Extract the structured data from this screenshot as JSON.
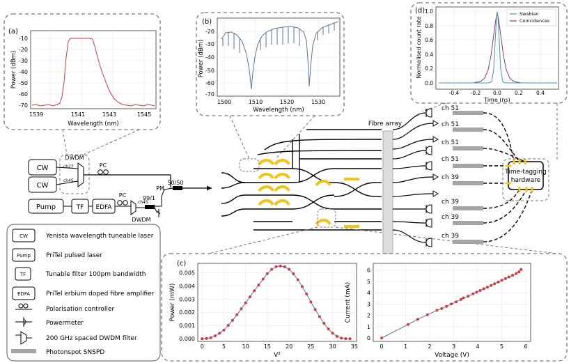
{
  "panels": {
    "a": {
      "label": "(a)",
      "xlabel": "Wavelength (nm)",
      "ylabel": "Power (dBm)",
      "xticks": [
        "1539",
        "1541",
        "1543",
        "1545"
      ],
      "yticks": [
        "-10",
        "-20",
        "-30",
        "-40",
        "-50",
        "-60",
        "-70"
      ]
    },
    "b": {
      "label": "(b)",
      "xlabel": "Wavelength (nm)",
      "ylabel": "Power (dBm)",
      "xticks": [
        "1500",
        "1510",
        "1520",
        "1530"
      ],
      "yticks": [
        "-20",
        "-30",
        "-40",
        "-50",
        "-60",
        "-70"
      ]
    },
    "c": {
      "label": "(c)"
    },
    "d": {
      "label": "(d)",
      "xlabel": "Time (ns)",
      "ylabel": "Normalised count rate",
      "xticks": [
        "-0.4",
        "-0.2",
        "0.0",
        "0.2",
        "0.4"
      ],
      "yticks": [
        "0.0",
        "0.2",
        "0.4",
        "0.6",
        "0.8",
        "1.0"
      ],
      "legend": [
        "Swabian",
        "Coincidences"
      ]
    }
  },
  "setup": {
    "cw": "CW",
    "dwdm_top": "DWDM",
    "ch27": "ch27",
    "ch45": "ch45",
    "pc": "PC",
    "split": "50/50",
    "pm": "PM",
    "pump": "Pump",
    "tf": "TF",
    "edfa": "EDFA",
    "pc2": "PC",
    "ratio": "99/1",
    "ch45b": "ch45",
    "dwdm_bottom": "DWDM"
  },
  "fibre_array": "Fibre array",
  "time_tagging": [
    "Time-tagging",
    "hardware"
  ],
  "channels": [
    "ch 51",
    "ch 51",
    "ch 51",
    "ch 51",
    "ch 39",
    "ch 39",
    "ch 39",
    "ch 39"
  ],
  "legend": [
    {
      "sym": "CW",
      "text": "Yenista wavelength tuneable laser"
    },
    {
      "sym": "Pump",
      "text": "PriTel pulsed laser"
    },
    {
      "sym": "TF",
      "text": "Tunable filter 100pm bandwidth"
    },
    {
      "sym": "EDFA",
      "text": "PriTel erbium doped fibre amplifier"
    },
    {
      "sym": "",
      "text": "Polarisation controller"
    },
    {
      "sym": "",
      "text": "Powermeter"
    },
    {
      "sym": "",
      "text": "200 GHz spaced DWDM filter"
    },
    {
      "sym": "",
      "text": "Photonspot SNSPD"
    }
  ],
  "chart_data": [
    {
      "type": "line",
      "title": "",
      "xlabel": "V²",
      "ylabel": "Power (mW)",
      "xlim": [
        -1,
        35.5
      ],
      "ylim": [
        -0.0002,
        0.0057
      ],
      "xticks": [
        "0",
        "5",
        "10",
        "15",
        "20",
        "25",
        "30",
        "35"
      ],
      "yticks": [
        "0.000",
        "0.001",
        "0.002",
        "0.003",
        "0.004",
        "0.005"
      ],
      "grid": true,
      "x": [
        0,
        1,
        2,
        3,
        4,
        5,
        6,
        7,
        8,
        9,
        10,
        11,
        12,
        13,
        14,
        15,
        16,
        17,
        18,
        19,
        20,
        21,
        22,
        23,
        24,
        25,
        26,
        27,
        28,
        29,
        30,
        31,
        32,
        33,
        34
      ],
      "series": [
        {
          "values": [
            0.0,
            2e-05,
            8e-05,
            0.00022,
            0.00042,
            0.00066,
            0.00101,
            0.00139,
            0.00181,
            0.00226,
            0.00271,
            0.00317,
            0.00363,
            0.00406,
            0.00451,
            0.00492,
            0.00525,
            0.00545,
            0.0055,
            0.00544,
            0.00525,
            0.00491,
            0.00446,
            0.00395,
            0.00338,
            0.00278,
            0.00221,
            0.00167,
            0.00117,
            0.00075,
            0.00042,
            0.00018,
            5e-05,
            1e-05,
            0.0
          ]
        }
      ]
    },
    {
      "type": "line",
      "title": "",
      "xlabel": "Voltage (V)",
      "ylabel": "Current (mA)",
      "xlim": [
        -0.35,
        6.2
      ],
      "ylim": [
        -0.3,
        6.6
      ],
      "xticks": [
        "0",
        "1",
        "2",
        "3",
        "4",
        "5",
        "6"
      ],
      "yticks": [
        "0",
        "1",
        "2",
        "3",
        "4",
        "5",
        "6"
      ],
      "grid": true,
      "x": [
        0.0,
        1.1,
        1.5,
        1.9,
        2.3,
        2.5,
        2.7,
        2.9,
        3.1,
        3.3,
        3.4,
        3.6,
        3.8,
        3.95,
        4.1,
        4.25,
        4.4,
        4.55,
        4.7,
        4.85,
        5.0,
        5.15,
        5.3,
        5.45,
        5.6,
        5.72,
        5.8
      ],
      "series": [
        {
          "values": [
            0.0,
            1.2,
            1.65,
            2.05,
            2.45,
            2.6,
            2.8,
            3.0,
            3.2,
            3.4,
            3.55,
            3.7,
            3.9,
            4.05,
            4.2,
            4.35,
            4.5,
            4.65,
            4.8,
            4.95,
            5.1,
            5.25,
            5.4,
            5.55,
            5.7,
            5.85,
            6.05
          ]
        }
      ]
    }
  ]
}
